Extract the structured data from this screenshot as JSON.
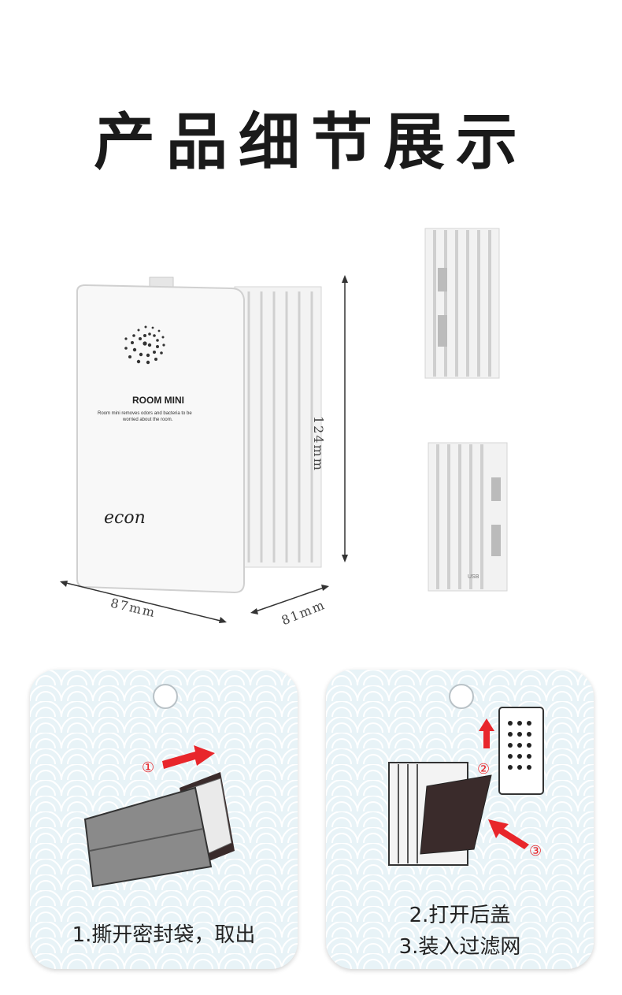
{
  "title": "产品细节展示",
  "product": {
    "model": "ROOM MINI",
    "tagline_line1": "Room mini removes odors and bacteria to be",
    "tagline_line2": "worried about the room.",
    "brand": "econ",
    "usb_label": "USB"
  },
  "dimensions": {
    "width": "87mm",
    "depth": "81mm",
    "height": "124mm"
  },
  "cards": [
    {
      "step": "1.撕开密封袋，取出",
      "badges": [
        "①"
      ]
    },
    {
      "steps": [
        "2.打开后盖",
        "3.装入过滤网"
      ],
      "badges": [
        "②",
        "③"
      ]
    }
  ],
  "colors": {
    "card_bg": "#e8f3f7",
    "arrow": "#e8262b",
    "device": "#f4f4f4"
  }
}
